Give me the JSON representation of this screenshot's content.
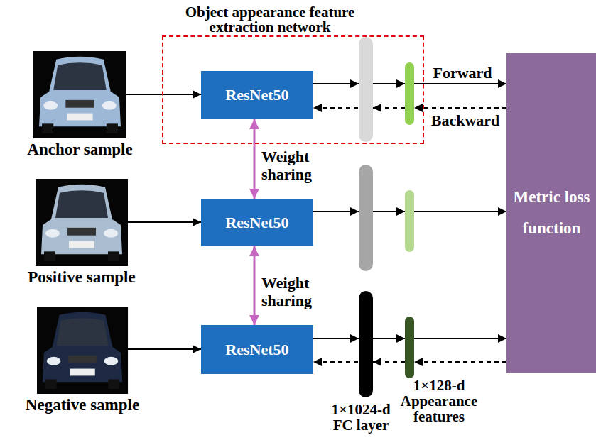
{
  "diagram": {
    "nodes": [
      {
        "text": [
          "Anchor sample"
        ]
      },
      {
        "text": [
          "Object appearance feature extraction network"
        ]
      },
      {
        "text": [
          "ResNet50"
        ],
        "in": 1
      },
      {
        "text": [
          "Metric loss function"
        ]
      },
      {
        "text": [
          "Positive sample"
        ]
      },
      {
        "text": [
          "ResNet50"
        ]
      },
      {
        "text": [
          "Negative sample"
        ]
      },
      {
        "text": [
          "ResNet50"
        ]
      }
    ],
    "edges": [
      {
        "from": 0,
        "to": 2,
        "arrow": "to"
      },
      {
        "from": 2,
        "to": 3,
        "arrow": "to",
        "label": "Forward"
      },
      {
        "from": 3,
        "to": 2,
        "arrow": "to",
        "label": "Backward"
      },
      {
        "from": 2,
        "to": 5,
        "arrow": "both",
        "label": "Weight sharing"
      },
      {
        "from": 4,
        "to": 5,
        "arrow": "to"
      },
      {
        "from": 5,
        "to": 3,
        "arrow": "to"
      },
      {
        "from": 5,
        "to": 7,
        "arrow": "both",
        "label": "Weight sharing"
      },
      {
        "from": 6,
        "to": 7,
        "arrow": "to"
      },
      {
        "from": 7,
        "to": 3,
        "arrow": "to"
      },
      {
        "from": 3,
        "to": 7,
        "arrow": "to"
      }
    ],
    "labels": [
      "1×1024-d FC layer",
      "1×128-d Appearance features"
    ]
  }
}
